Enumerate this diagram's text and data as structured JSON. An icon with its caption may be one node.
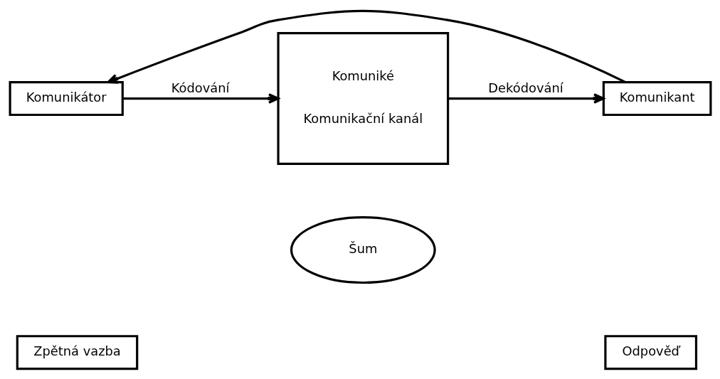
{
  "diagram": {
    "nodes": [
      {
        "text": [
          "Komunikátor"
        ]
      },
      {
        "text": [
          "Komuniké",
          "Komunikační kanál"
        ]
      },
      {
        "text": [
          "Komunikant"
        ]
      },
      {
        "text": [
          "Šum"
        ]
      },
      {
        "text": [
          "Zpětná vazba"
        ]
      },
      {
        "text": [
          "Odpověď"
        ]
      }
    ],
    "edges": [
      {
        "from": 0,
        "to": 1,
        "arrow": "to",
        "label": "Kódování"
      },
      {
        "from": 1,
        "to": 2,
        "arrow": "to",
        "label": "Dekódování"
      },
      {
        "from": 2,
        "to": 0,
        "arrow": "to"
      }
    ]
  }
}
